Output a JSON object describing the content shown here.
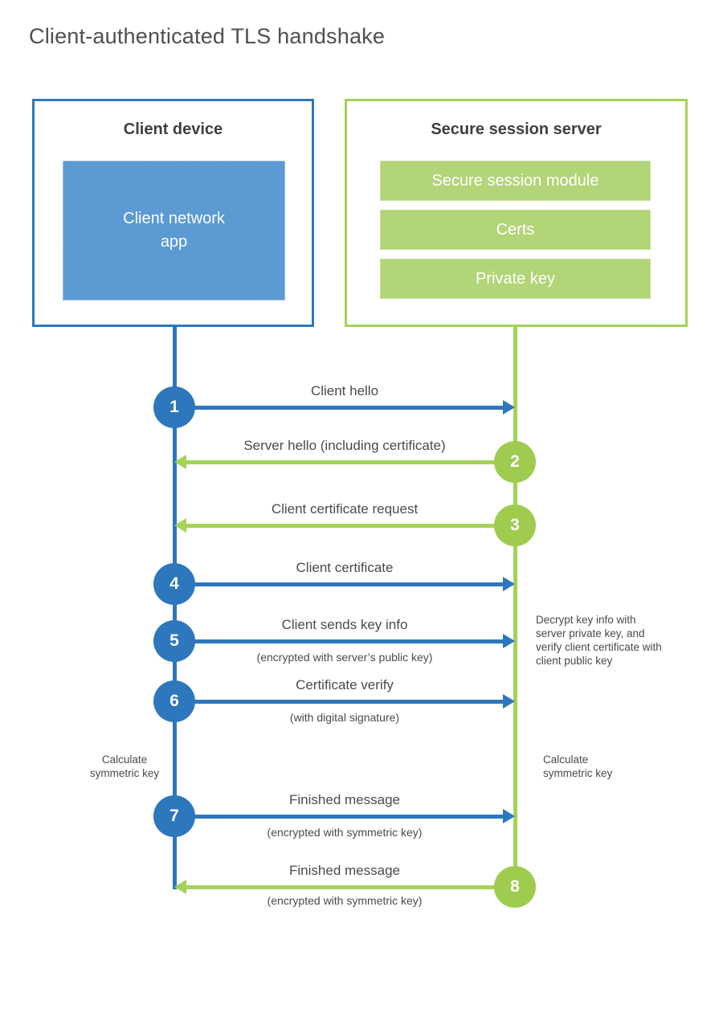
{
  "title": "Client-authenticated TLS handshake",
  "colors": {
    "blue": "#2d77bd",
    "blue_fill": "#5b9ad3",
    "green": "#a5d259",
    "green_circle": "#9fcc4f",
    "green_fill": "#b1d577",
    "heading_text": "#4f4f4f",
    "box_title_text": "#3f3f3f",
    "label_text": "#4a4a4a"
  },
  "client_box": {
    "title": "Client device",
    "app_label": "Client network app"
  },
  "server_box": {
    "title": "Secure session server",
    "modules": [
      "Secure session module",
      "Certs",
      "Private key"
    ]
  },
  "steps": [
    {
      "number": "1",
      "label": "Client hello",
      "sublabel": "",
      "direction": "right",
      "from": "client",
      "to": "server"
    },
    {
      "number": "2",
      "label": "Server hello (including certificate)",
      "sublabel": "",
      "direction": "left",
      "from": "server",
      "to": "client"
    },
    {
      "number": "3",
      "label": "Client certificate request",
      "sublabel": "",
      "direction": "left",
      "from": "server",
      "to": "client"
    },
    {
      "number": "4",
      "label": "Client certificate",
      "sublabel": "",
      "direction": "right",
      "from": "client",
      "to": "server"
    },
    {
      "number": "5",
      "label": "Client sends key info",
      "sublabel": "(encrypted with server’s public key)",
      "direction": "right",
      "from": "client",
      "to": "server"
    },
    {
      "number": "6",
      "label": "Certificate verify",
      "sublabel": "(with digital signature)",
      "direction": "right",
      "from": "client",
      "to": "server"
    },
    {
      "number": "7",
      "label": "Finished message",
      "sublabel": "(encrypted with symmetric key)",
      "direction": "right",
      "from": "client",
      "to": "server"
    },
    {
      "number": "8",
      "label": "Finished message",
      "sublabel": "(encrypted with symmetric key)",
      "direction": "left",
      "from": "server",
      "to": "client"
    }
  ],
  "annotations": {
    "server_note": "Decrypt key info with server private key, and verify client certificate with client public key",
    "client_calc": "Calculate symmetric key",
    "server_calc": "Calculate symmetric key"
  }
}
